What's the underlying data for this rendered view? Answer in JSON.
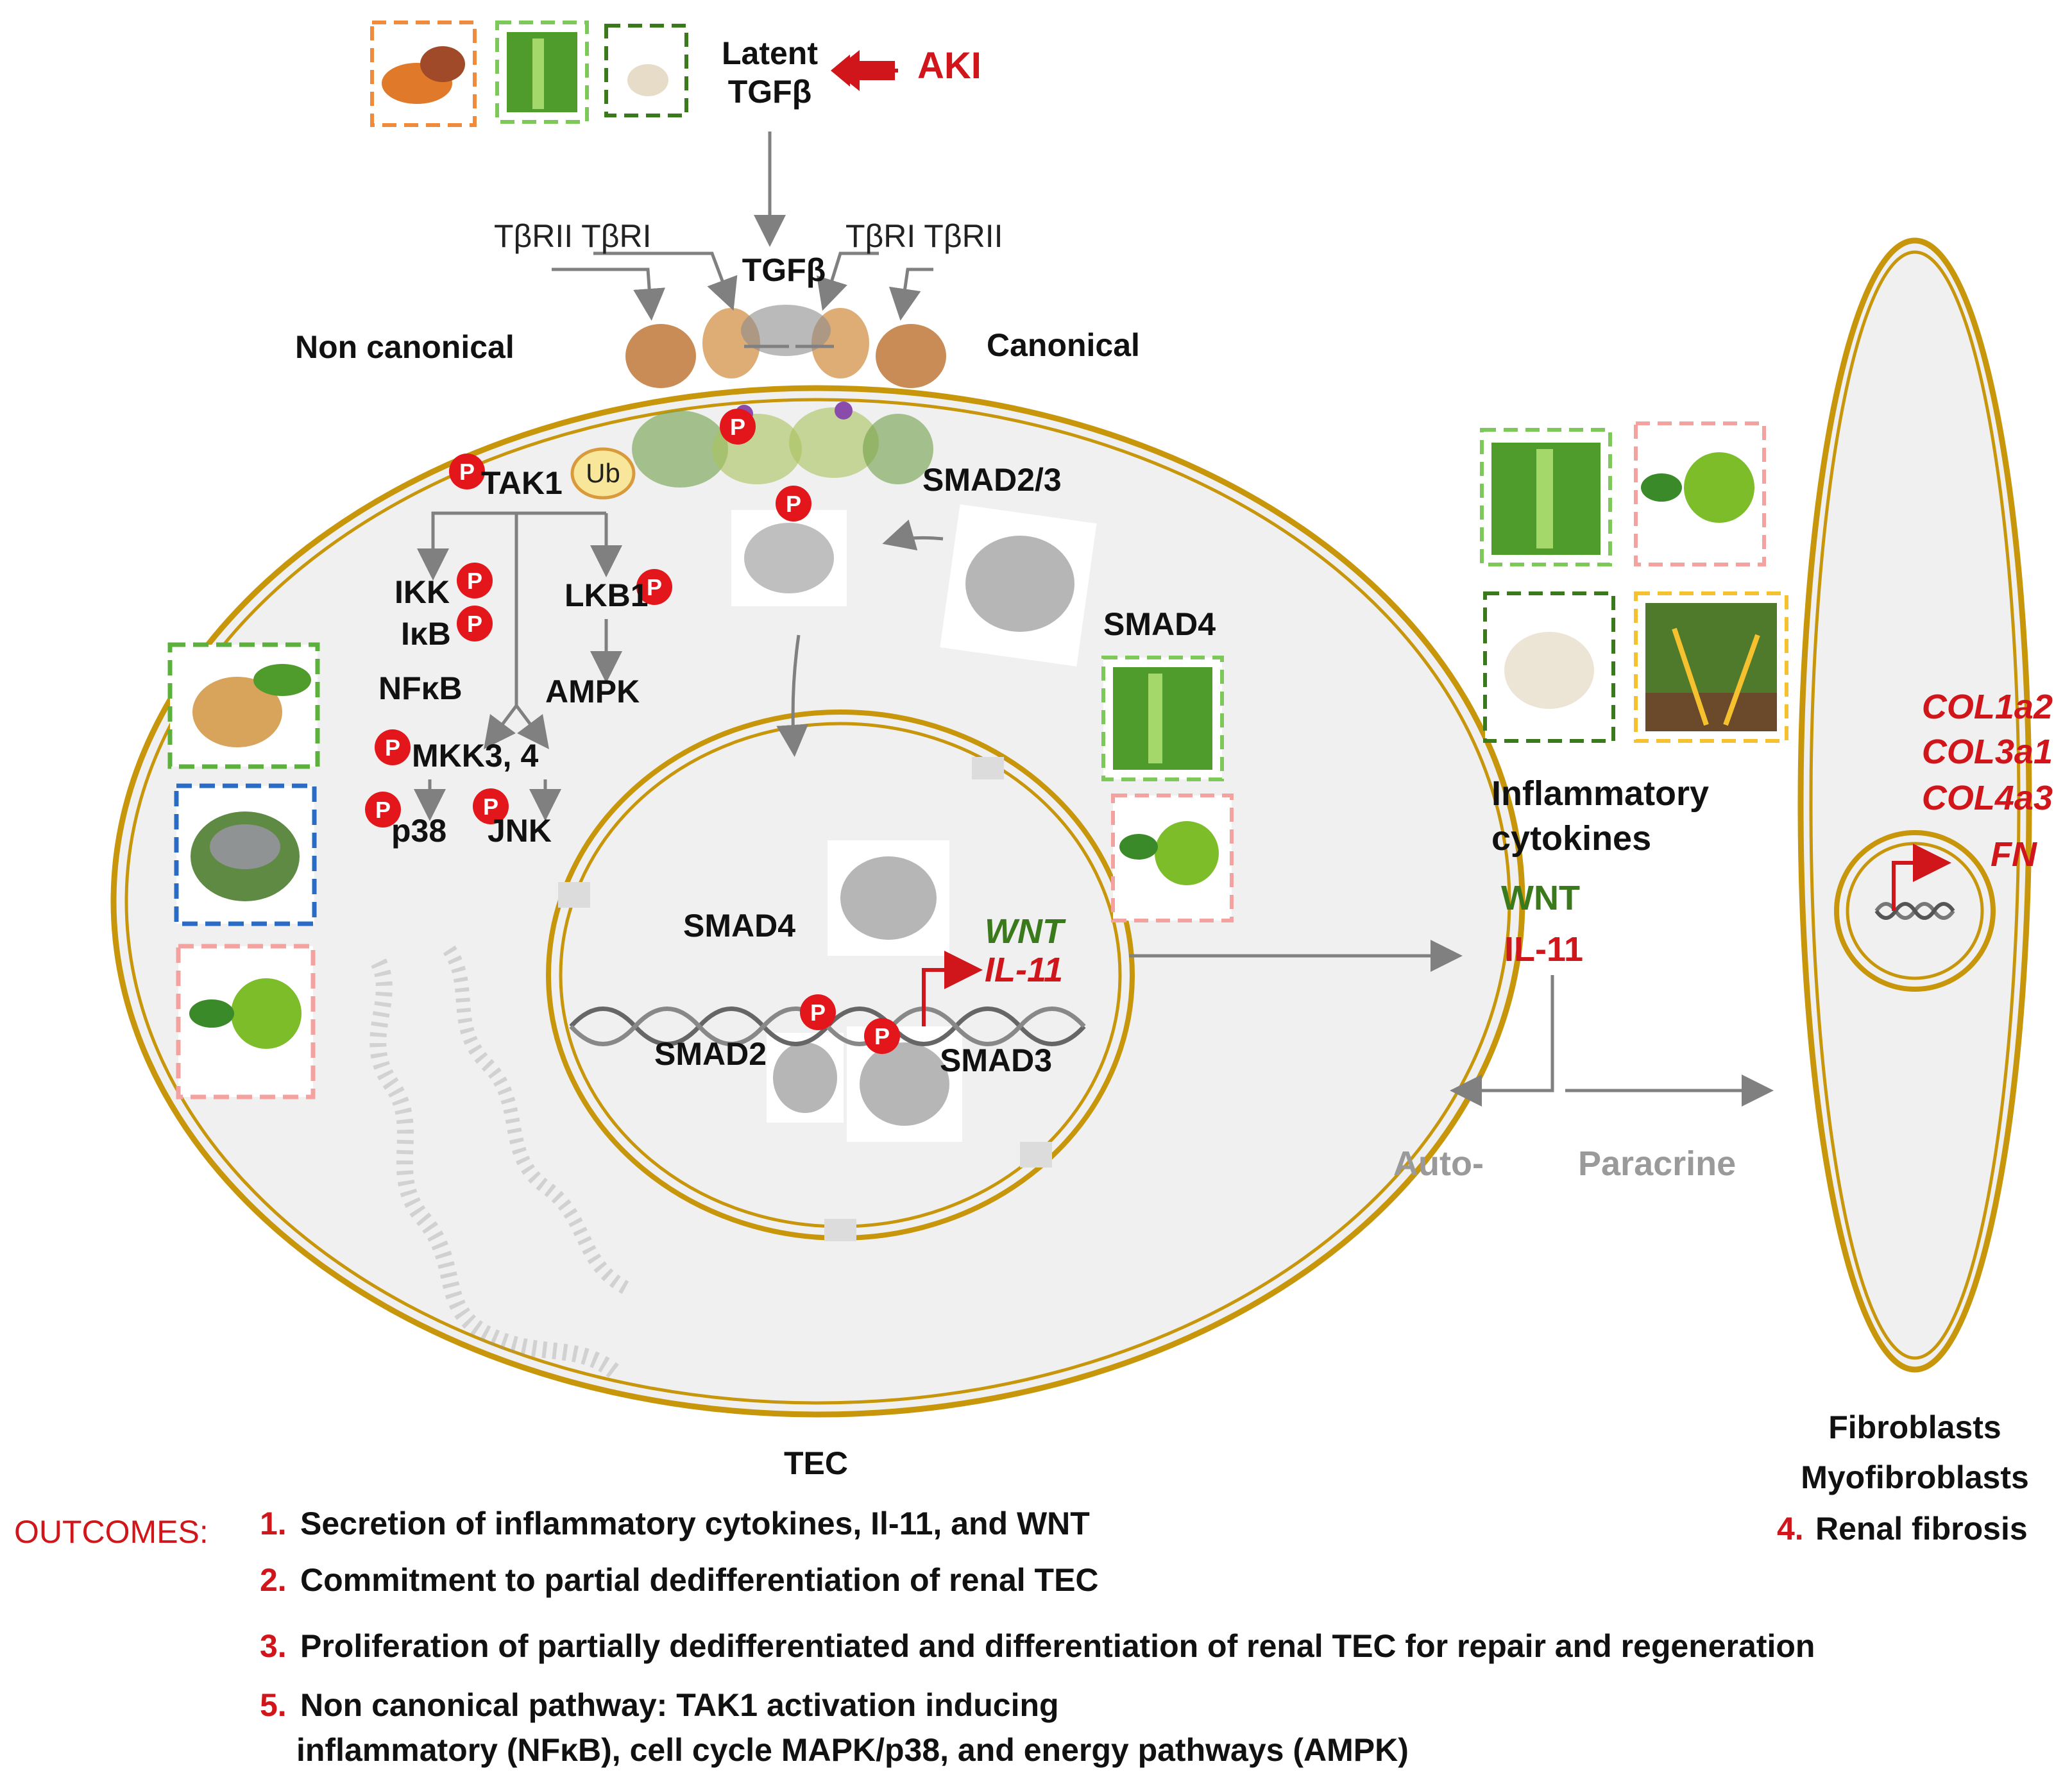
{
  "top": {
    "latent_line1": "Latent",
    "latent_line2": "TGFβ",
    "aki": "AKI",
    "receptors_left": "TβRII TβRI",
    "receptors_right": "TβRI TβRII",
    "tgfb": "TGFβ",
    "non_canonical": "Non canonical",
    "canonical": "Canonical"
  },
  "cytoplasm": {
    "tak1": "TAK1",
    "ub": "Ub",
    "ikk": "IKK",
    "ikb": "IκB",
    "nfkb": "NFκB",
    "lkb": "LKB1",
    "ampk": "AMPK",
    "mkk": "MKK3, 4",
    "p38": "p38",
    "jnk": "JNK",
    "smad23": "SMAD2/3",
    "smad4": "SMAD4",
    "phospho": "P"
  },
  "nucleus": {
    "smad4": "SMAD4",
    "smad2": "SMAD2",
    "smad3": "SMAD3",
    "wnt": "WNT",
    "il11": "IL-11"
  },
  "secreted": {
    "inflammatory_line1": "Inflammatory",
    "inflammatory_line2": "cytokines",
    "wnt": "WNT",
    "il11": "IL-11",
    "auto": "Auto-",
    "paracrine": "Paracrine"
  },
  "fibroblast": {
    "genes": [
      "COL1a2",
      "COL3a1",
      "COL4a3",
      "FN"
    ],
    "label1": "Fibroblasts",
    "label2": "Myofibroblasts",
    "outcome4_num": "4.",
    "outcome4_text": "Renal fibrosis"
  },
  "tec_label": "TEC",
  "outcomes": {
    "heading": "OUTCOMES:",
    "items": [
      {
        "num": "1.",
        "text": "Secretion of inflammatory cytokines, Il-11, and WNT"
      },
      {
        "num": "2.",
        "text": "Commitment to partial dedifferentiation of renal TEC"
      },
      {
        "num": "3.",
        "text": "Proliferation of partially dedifferentiated and differentiation of renal TEC for repair and regeneration"
      },
      {
        "num": "5.",
        "text": "Non canonical  pathway: TAK1 activation  inducing"
      }
    ],
    "item5_line2": "inflammatory (NFκB), cell cycle MAPK/p38, and energy pathways (AMPK)"
  },
  "icons": {
    "top": [
      "sweet-potato-icon",
      "celery-icon",
      "garlic-icon"
    ],
    "left": [
      "ginger-root-icon",
      "herb-bowl-icon",
      "lime-icon"
    ],
    "smad4_side": [
      "celery-icon",
      "lime-icon"
    ],
    "right": [
      "celery-icon",
      "lime-icon",
      "garlic-icon",
      "plant-leaves-icon"
    ]
  },
  "colors": {
    "membrane": "#c8960a",
    "cell_fill": "#f0f0f0",
    "accent_red": "#d0161a",
    "accent_green": "#3b7a1c",
    "arrow_gray": "#808080",
    "box_orange": "#f08a3c",
    "box_lightgreen": "#7cc95a",
    "box_darkgreen": "#3b7a1c",
    "box_pink": "#f4a2a0",
    "box_blue": "#2a6cc4",
    "box_yellow": "#f5c12e"
  }
}
